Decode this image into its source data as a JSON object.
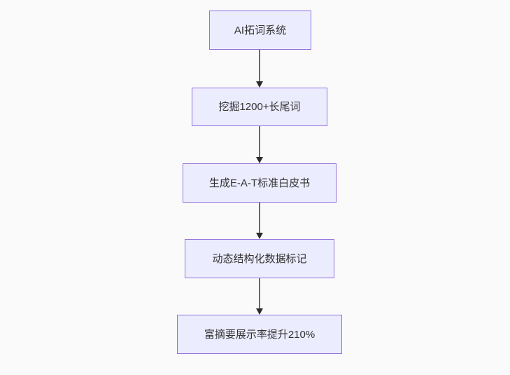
{
  "diagram": {
    "type": "flowchart",
    "direction": "top-down",
    "nodes": [
      {
        "id": "n1",
        "label": "AI拓词系统"
      },
      {
        "id": "n2",
        "label": "挖掘1200+长尾词"
      },
      {
        "id": "n3",
        "label": "生成E-A-T标准白皮书"
      },
      {
        "id": "n4",
        "label": "动态结构化数据标记"
      },
      {
        "id": "n5",
        "label": "富摘要展示率提升210%"
      }
    ],
    "edges": [
      {
        "from": "n1",
        "to": "n2",
        "style": "arrow-down"
      },
      {
        "from": "n2",
        "to": "n3",
        "style": "arrow-down"
      },
      {
        "from": "n3",
        "to": "n4",
        "style": "arrow-down"
      },
      {
        "from": "n4",
        "to": "n5",
        "style": "arrow-down"
      }
    ],
    "colors": {
      "background": "#fafafa",
      "node_fill": "#ECECFF",
      "node_border": "#9370DB",
      "node_text": "#333333",
      "edge_line": "#6b6b6b",
      "arrowhead": "#2b2b2b"
    }
  }
}
